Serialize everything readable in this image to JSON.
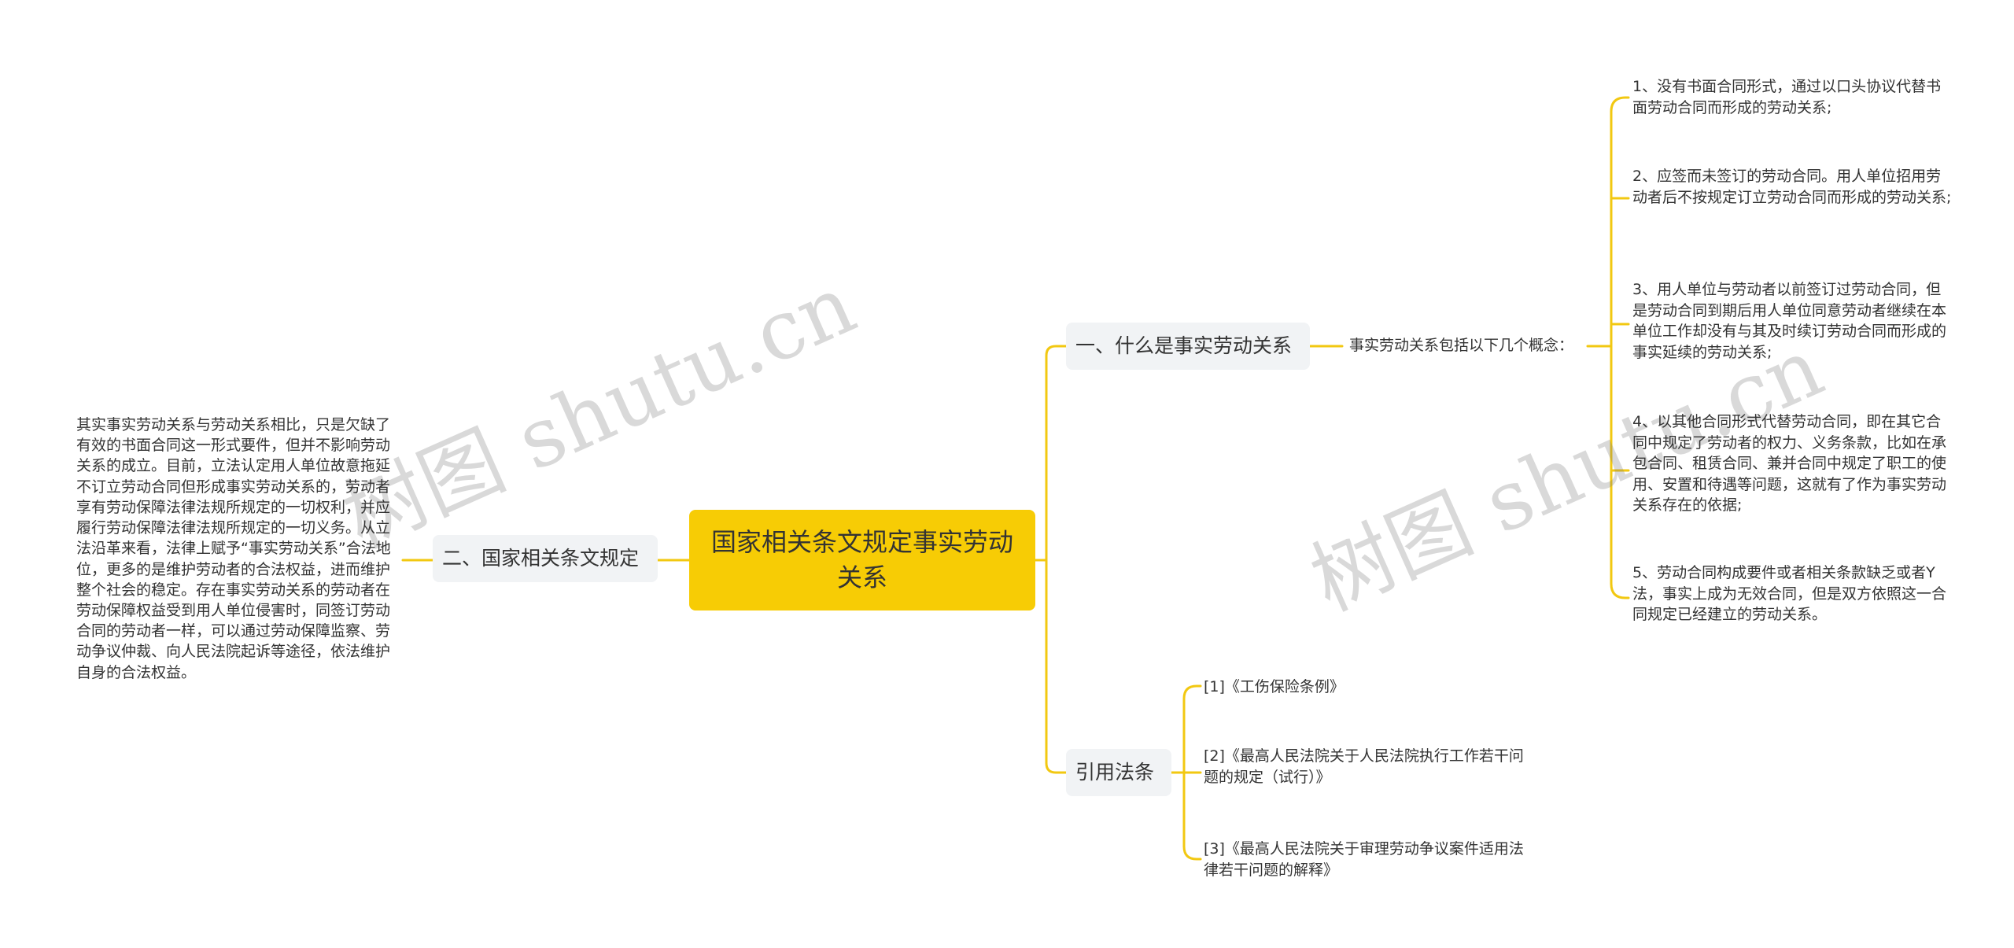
{
  "root": {
    "label": "国家相关条文规定事实劳动关系"
  },
  "branches": {
    "what": {
      "label": "一、什么是事实劳动关系",
      "intro": "事实劳动关系包括以下几个概念：",
      "concepts": [
        "1、没有书面合同形式，通过以口头协议代替书面劳动合同而形成的劳动关系;",
        "2、应签而未签订的劳动合同。用人单位招用劳动者后不按规定订立劳动合同而形成的劳动关系;",
        "3、用人单位与劳动者以前签订过劳动合同，但是劳动合同到期后用人单位同意劳动者继续在本单位工作却没有与其及时续订劳动合同而形成的事实延续的劳动关系;",
        "4、以其他合同形式代替劳动合同，即在其它合同中规定了劳动者的权力、义务条款，比如在承包合同、租赁合同、兼并合同中规定了职工的使用、安置和待遇等问题，这就有了作为事实劳动关系存在的依据;",
        "5、劳动合同构成要件或者相关条款缺乏或者Y法，事实上成为无效合同，但是双方依照这一合同规定已经建立的劳动关系。"
      ]
    },
    "law": {
      "label": "二、国家相关条文规定",
      "text": "其实事实劳动关系与劳动关系相比，只是欠缺了有效的书面合同这一形式要件，但并不影响劳动关系的成立。目前，立法认定用人单位故意拖延不订立劳动合同但形成事实劳动关系的，劳动者享有劳动保障法律法规所规定的一切权利，并应履行劳动保障法律法规所规定的一切义务。从立法沿革来看，法律上赋予“事实劳动关系”合法地位，更多的是维护劳动者的合法权益，进而维护整个社会的稳定。存在事实劳动关系的劳动者在劳动保障权益受到用人单位侵害时，同签订劳动合同的劳动者一样，可以通过劳动保障监察、劳动争议仲裁、向人民法院起诉等途径，依法维护自身的合法权益。"
    },
    "refs": {
      "label": "引用法条",
      "items": [
        "[1]《工伤保险条例》",
        "[2]《最高人民法院关于人民法院执行工作若干问题的规定（试行）》",
        "[3]《最高人民法院关于审理劳动争议案件适用法律若干问题的解释》"
      ]
    }
  },
  "watermark": {
    "left": "树图 shutu.cn",
    "right": "树图 shutu.cn"
  },
  "colors": {
    "root_fill": "#f7cc05",
    "connector": "#f2c811",
    "topic_fill": "#f1f3f5",
    "text": "#333333"
  }
}
